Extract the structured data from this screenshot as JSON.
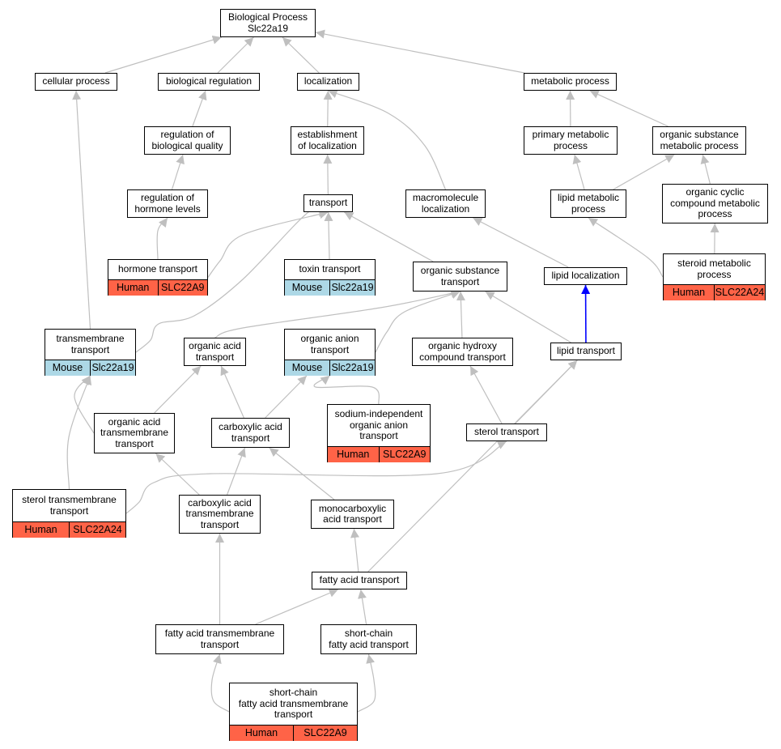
{
  "colors": {
    "edge": "#bfbfbf",
    "highlight_edge": "#0000ff",
    "human": "#ff6347",
    "mouse": "#add8e6"
  },
  "nodes": [
    {
      "id": "bp",
      "label": "Biological Process\nSlc22a19"
    },
    {
      "id": "cp",
      "label": "cellular process"
    },
    {
      "id": "br",
      "label": "biological regulation"
    },
    {
      "id": "loc",
      "label": "localization"
    },
    {
      "id": "mp",
      "label": "metabolic process"
    },
    {
      "id": "rbq",
      "label": "regulation of\nbiological quality"
    },
    {
      "id": "eol",
      "label": "establishment\nof localization"
    },
    {
      "id": "pmp",
      "label": "primary metabolic\nprocess"
    },
    {
      "id": "osmp",
      "label": "organic substance\nmetabolic process"
    },
    {
      "id": "rhl",
      "label": "regulation of\nhormone levels"
    },
    {
      "id": "tr",
      "label": "transport"
    },
    {
      "id": "ml",
      "label": "macromolecule\nlocalization"
    },
    {
      "id": "lmp",
      "label": "lipid metabolic\nprocess"
    },
    {
      "id": "occmp",
      "label": "organic cyclic\ncompound metabolic\nprocess"
    },
    {
      "id": "ht",
      "label": "hormone transport",
      "ann": {
        "organism": "Human",
        "gene": "SLC22A9"
      }
    },
    {
      "id": "tt",
      "label": "toxin transport",
      "ann": {
        "organism": "Mouse",
        "gene": "Slc22a19"
      }
    },
    {
      "id": "ost",
      "label": "organic substance\ntransport"
    },
    {
      "id": "ll",
      "label": "lipid localization"
    },
    {
      "id": "smp",
      "label": "steroid metabolic\nprocess",
      "ann": {
        "organism": "Human",
        "gene": "SLC22A24"
      }
    },
    {
      "id": "tmt",
      "label": "transmembrane\ntransport",
      "ann": {
        "organism": "Mouse",
        "gene": "Slc22a19"
      }
    },
    {
      "id": "oat",
      "label": "organic acid\ntransport"
    },
    {
      "id": "oant",
      "label": "organic anion\ntransport",
      "ann": {
        "organism": "Mouse",
        "gene": "Slc22a19"
      }
    },
    {
      "id": "ohct",
      "label": "organic hydroxy\ncompound transport"
    },
    {
      "id": "lt",
      "label": "lipid transport"
    },
    {
      "id": "oatmt",
      "label": "organic acid\ntransmembrane\ntransport"
    },
    {
      "id": "cat",
      "label": "carboxylic acid\ntransport"
    },
    {
      "id": "sioat",
      "label": "sodium-independent\norganic anion\ntransport",
      "ann": {
        "organism": "Human",
        "gene": "SLC22A9"
      }
    },
    {
      "id": "st",
      "label": "sterol transport"
    },
    {
      "id": "stmt",
      "label": "sterol transmembrane\ntransport",
      "ann": {
        "organism": "Human",
        "gene": "SLC22A24"
      }
    },
    {
      "id": "catmt",
      "label": "carboxylic acid\ntransmembrane\ntransport"
    },
    {
      "id": "mcat",
      "label": "monocarboxylic\nacid transport"
    },
    {
      "id": "fat",
      "label": "fatty acid transport"
    },
    {
      "id": "fatmt",
      "label": "fatty acid transmembrane\ntransport"
    },
    {
      "id": "scfat",
      "label": "short-chain\nfatty acid transport"
    },
    {
      "id": "scfatmt",
      "label": "short-chain\nfatty acid transmembrane\ntransport",
      "ann": {
        "organism": "Human",
        "gene": "SLC22A9"
      }
    }
  ],
  "edges": [
    {
      "from": "cp",
      "to": "bp"
    },
    {
      "from": "br",
      "to": "bp"
    },
    {
      "from": "loc",
      "to": "bp"
    },
    {
      "from": "mp",
      "to": "bp"
    },
    {
      "from": "rbq",
      "to": "br"
    },
    {
      "from": "eol",
      "to": "loc"
    },
    {
      "from": "ml",
      "to": "loc"
    },
    {
      "from": "pmp",
      "to": "mp"
    },
    {
      "from": "osmp",
      "to": "mp"
    },
    {
      "from": "rhl",
      "to": "rbq"
    },
    {
      "from": "tr",
      "to": "eol"
    },
    {
      "from": "lmp",
      "to": "pmp"
    },
    {
      "from": "lmp",
      "to": "osmp"
    },
    {
      "from": "occmp",
      "to": "osmp"
    },
    {
      "from": "ht",
      "to": "rhl"
    },
    {
      "from": "ht",
      "to": "tr"
    },
    {
      "from": "tt",
      "to": "tr"
    },
    {
      "from": "ost",
      "to": "tr"
    },
    {
      "from": "tmt",
      "to": "tr"
    },
    {
      "from": "tmt",
      "to": "cp"
    },
    {
      "from": "ll",
      "to": "ml"
    },
    {
      "from": "smp",
      "to": "lmp"
    },
    {
      "from": "smp",
      "to": "occmp"
    },
    {
      "from": "lt",
      "to": "ll",
      "highlight": true
    },
    {
      "from": "lt",
      "to": "ost"
    },
    {
      "from": "oat",
      "to": "ost"
    },
    {
      "from": "oant",
      "to": "ost"
    },
    {
      "from": "ohct",
      "to": "ost"
    },
    {
      "from": "oatmt",
      "to": "oat"
    },
    {
      "from": "oatmt",
      "to": "tmt"
    },
    {
      "from": "cat",
      "to": "oat"
    },
    {
      "from": "cat",
      "to": "oant"
    },
    {
      "from": "sioat",
      "to": "oant"
    },
    {
      "from": "st",
      "to": "ohct"
    },
    {
      "from": "st",
      "to": "lt"
    },
    {
      "from": "stmt",
      "to": "tmt"
    },
    {
      "from": "stmt",
      "to": "st"
    },
    {
      "from": "catmt",
      "to": "oatmt"
    },
    {
      "from": "catmt",
      "to": "cat"
    },
    {
      "from": "mcat",
      "to": "cat"
    },
    {
      "from": "fat",
      "to": "mcat"
    },
    {
      "from": "fat",
      "to": "lt"
    },
    {
      "from": "fatmt",
      "to": "catmt"
    },
    {
      "from": "fatmt",
      "to": "fat"
    },
    {
      "from": "scfat",
      "to": "fat"
    },
    {
      "from": "scfatmt",
      "to": "fatmt"
    },
    {
      "from": "scfatmt",
      "to": "scfat"
    }
  ]
}
